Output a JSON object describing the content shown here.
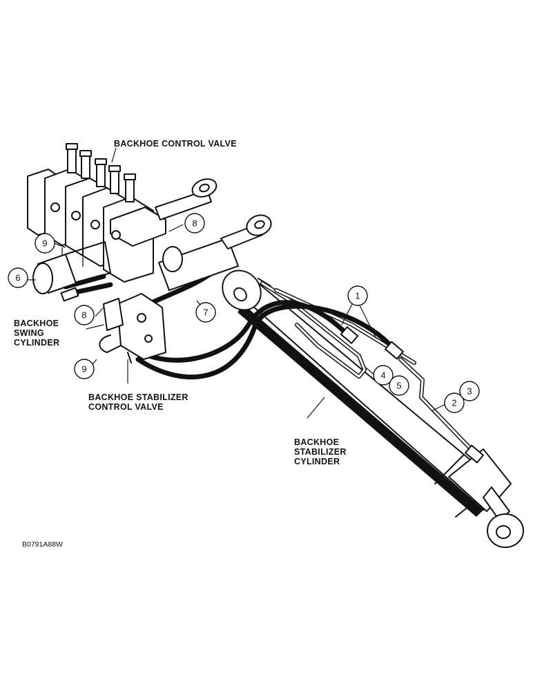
{
  "labels": {
    "control_valve": "BACKHOE CONTROL VALVE",
    "swing_cylinder": [
      "BACKHOE",
      "SWING",
      "CYLINDER"
    ],
    "stabilizer_control_valve": [
      "BACKHOE STABILIZER",
      "CONTROL VALVE"
    ],
    "stabilizer_cylinder": [
      "BACKHOE",
      "STABILIZER",
      "CYLINDER"
    ]
  },
  "callouts": [
    {
      "id": "c1",
      "number": "1"
    },
    {
      "id": "c2",
      "number": "2"
    },
    {
      "id": "c3",
      "number": "3"
    },
    {
      "id": "c4",
      "number": "4"
    },
    {
      "id": "c5",
      "number": "5"
    },
    {
      "id": "c6",
      "number": "6"
    },
    {
      "id": "c7",
      "number": "7"
    },
    {
      "id": "c8a",
      "number": "8"
    },
    {
      "id": "c8b",
      "number": "8"
    },
    {
      "id": "c9a",
      "number": "9"
    },
    {
      "id": "c9b",
      "number": "9"
    }
  ],
  "figure_code": "B0791A88W"
}
